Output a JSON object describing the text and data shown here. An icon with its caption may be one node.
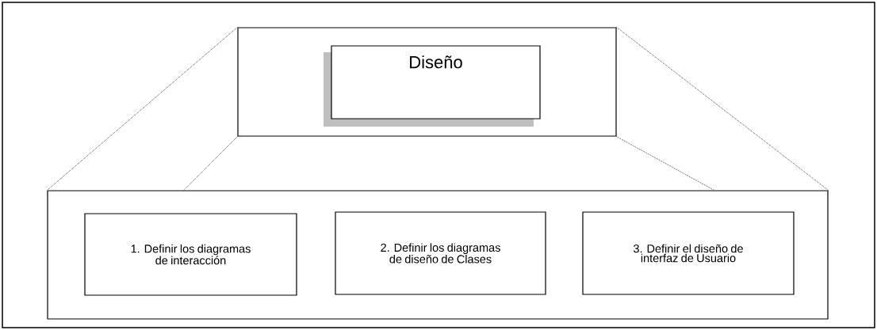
{
  "diagram": {
    "nodes": [
      {
        "text": [],
        "shape": "box"
      },
      {
        "text": [
          "Diseño"
        ],
        "in": 0
      },
      {
        "text": [],
        "shape": "box"
      },
      {
        "text": [
          "1. Definir los diagramas de interacción"
        ],
        "in": 2
      },
      {
        "text": [
          "2. Definir los diagramas de diseño de Clases"
        ],
        "in": 2
      },
      {
        "text": [
          "3. Definir el diseño de interfaz de Usuario"
        ],
        "in": 2
      }
    ],
    "edges": [
      {
        "from": 0,
        "to": 2,
        "arrow": "none",
        "style": "dashed"
      },
      {
        "from": 0,
        "to": 2,
        "arrow": "none",
        "style": "dashed"
      },
      {
        "from": 0,
        "to": 2,
        "arrow": "none",
        "style": "dashed"
      },
      {
        "from": 0,
        "to": 2,
        "arrow": "none",
        "style": "dashed"
      }
    ]
  }
}
